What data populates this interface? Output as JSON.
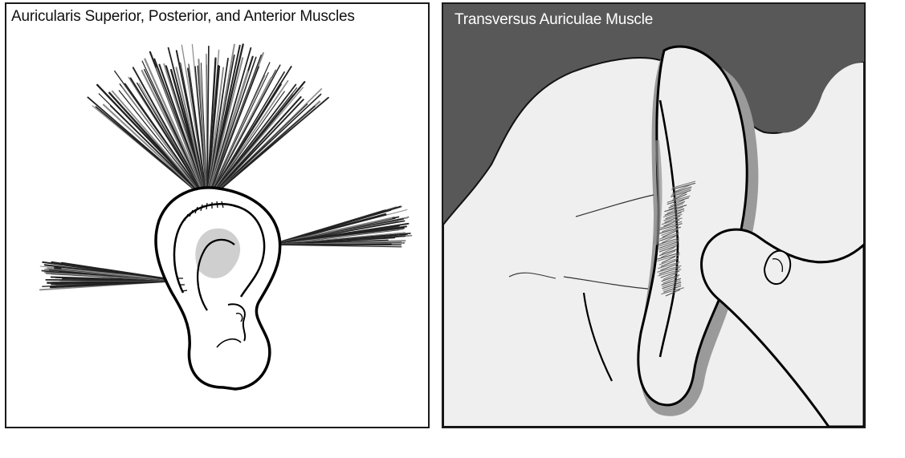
{
  "panels": {
    "left": {
      "title": "Auricularis Superior, Posterior, and Anterior Muscles",
      "subject": "ear-with-auricularis-muscle-fibers"
    },
    "right": {
      "title": "Transversus Auriculae  Muscle",
      "subject": "ear-back-with-finger-pressing-transversus-muscle"
    }
  },
  "colors": {
    "fibers": "#222222",
    "fiber_shadow": "#8a8a8a",
    "skin": "#f0f0f0",
    "background_dark": "#585858",
    "shadow": "#9a9a9a",
    "outline": "#000000"
  }
}
